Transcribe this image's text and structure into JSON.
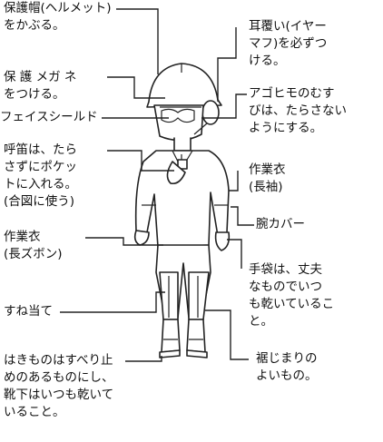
{
  "labels": {
    "helmet": [
      "保護帽(ヘルメット)",
      "をかぶる。"
    ],
    "goggles": [
      "保 護 メガ ネ",
      "をつける。"
    ],
    "face_shield": [
      "フェイスシールド"
    ],
    "whistle": [
      "呼笛は、たら",
      "さずにポケッ",
      "トに入れる。",
      "(合図に使う)"
    ],
    "trousers": [
      "作業衣",
      "(長ズボン)"
    ],
    "shin_guard": [
      "すね当て"
    ],
    "footwear": [
      "はきものはすべり止",
      "めのあるものにし、",
      "靴下はいつも乾いて",
      "いること。"
    ],
    "earmuffs": [
      "耳覆い(イヤー",
      "マフ)を必ずつ",
      "ける。"
    ],
    "chin_strap": [
      "アゴヒモのむす",
      "びは、たらさない",
      "ようにする。"
    ],
    "jacket": [
      "作業衣",
      "(長袖)"
    ],
    "arm_cover": [
      "腕カバー"
    ],
    "gloves": [
      "手袋は、丈夫",
      "なものでいつ",
      "も乾いているこ",
      "と。"
    ],
    "cuffs": [
      "裾じまりの",
      "よいもの。"
    ]
  }
}
